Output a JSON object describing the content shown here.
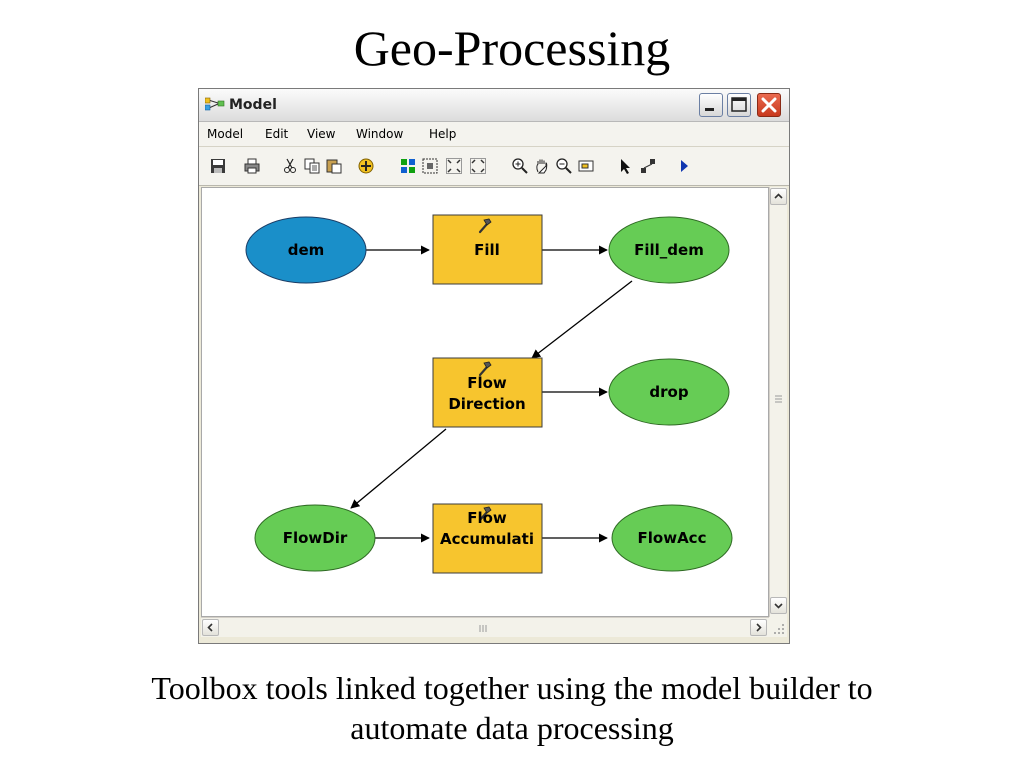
{
  "slide": {
    "title": "Geo-Processing",
    "caption_line1": "Toolbox tools linked together using the model builder to",
    "caption_line2": "automate data processing"
  },
  "window": {
    "title": "Model",
    "menu": [
      "Model",
      "Edit",
      "View",
      "Window",
      "Help"
    ],
    "toolbar_icons": [
      "save-icon",
      "print-icon",
      "cut-icon",
      "copy-icon",
      "paste-icon",
      "add-data-icon",
      "layout-icon",
      "select-all-icon",
      "full-extent-icon",
      "fixed-zoom-icon",
      "zoom-in-icon",
      "pan-icon",
      "zoom-out-icon",
      "overview-icon",
      "select-icon",
      "connect-icon",
      "run-icon"
    ]
  },
  "model": {
    "nodes": {
      "dem": "dem",
      "fill": "Fill",
      "fill_dem": "Fill_dem",
      "flow_direction_1": "Flow",
      "flow_direction_2": "Direction",
      "drop": "drop",
      "flowdir": "FlowDir",
      "flow_accumulation_1": "Flow",
      "flow_accumulation_2": "Accumulati",
      "flowacc": "FlowAcc"
    },
    "colors": {
      "input_data": "#1a8fc9",
      "derived_data": "#66cc55",
      "tool": "#f7c52e"
    }
  }
}
